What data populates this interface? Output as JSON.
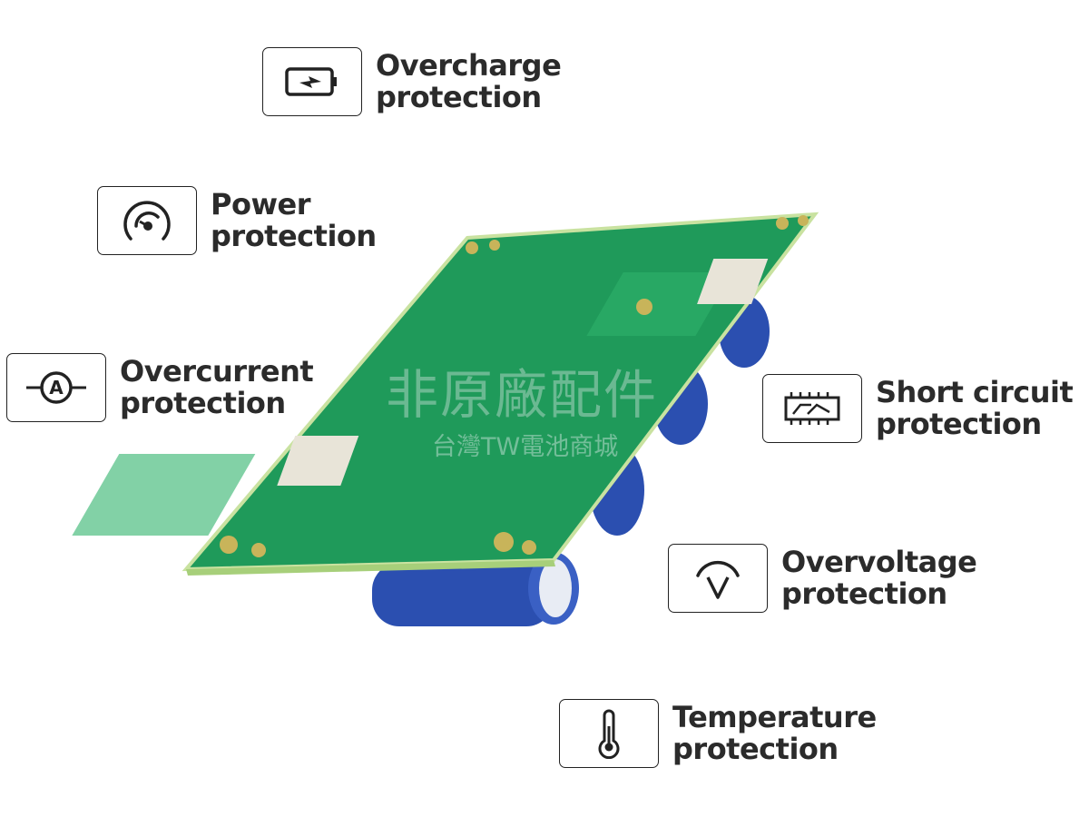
{
  "features": [
    {
      "icon": "battery-charge-icon",
      "line1": "Overcharge",
      "line2": "protection"
    },
    {
      "icon": "gauge-icon",
      "line1": "Power",
      "line2": "protection"
    },
    {
      "icon": "ammeter-icon",
      "line1": "Overcurrent",
      "line2": "protection"
    },
    {
      "icon": "circuit-board-icon",
      "line1": "Short circuit",
      "line2": "protection"
    },
    {
      "icon": "voltmeter-icon",
      "line1": "Overvoltage",
      "line2": "protection"
    },
    {
      "icon": "thermometer-icon",
      "line1": "Temperature",
      "line2": "protection"
    }
  ],
  "watermark": {
    "line1": "非原廠配件",
    "line2": "台灣TW電池商城"
  },
  "colors": {
    "pcb": "#1f9a5a",
    "capacitor": "#2b4fb0",
    "text": "#2b2b2b"
  }
}
